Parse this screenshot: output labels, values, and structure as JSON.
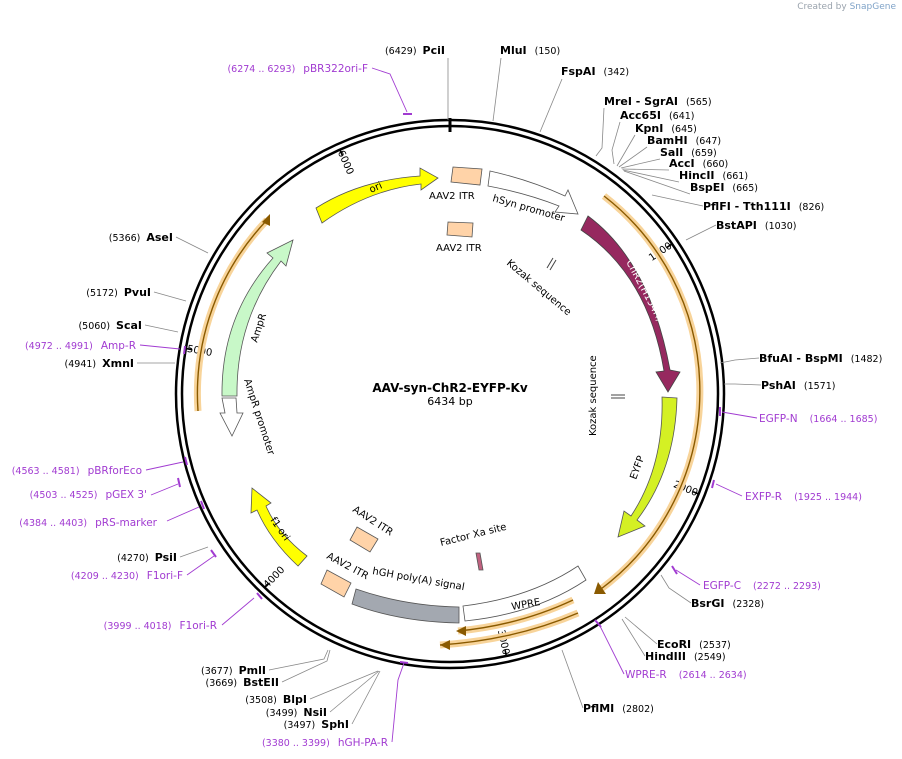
{
  "watermark": {
    "prefix": "Created by",
    "brand": "SnapGene"
  },
  "plasmid": {
    "name": "AAV-syn-ChR2-EYFP-Kv",
    "length_label": "6434 bp",
    "length": 6434
  },
  "ticks": [
    {
      "pos": 1000,
      "label": "1000"
    },
    {
      "pos": 2000,
      "label": "2000"
    },
    {
      "pos": 3000,
      "label": "3000"
    },
    {
      "pos": 4000,
      "label": "4000"
    },
    {
      "pos": 5000,
      "label": "5000"
    },
    {
      "pos": 6000,
      "label": "6000"
    }
  ],
  "sites": [
    {
      "name": "PciI",
      "pos": "(6429)"
    },
    {
      "name": "MluI",
      "pos": "(150)"
    },
    {
      "name": "FspAI",
      "pos": "(342)"
    },
    {
      "name": "MreI - SgrAI",
      "pos": "(565)"
    },
    {
      "name": "Acc65I",
      "pos": "(641)"
    },
    {
      "name": "KpnI",
      "pos": "(645)"
    },
    {
      "name": "BamHI",
      "pos": "(647)"
    },
    {
      "name": "SalI",
      "pos": "(659)"
    },
    {
      "name": "AccI",
      "pos": "(660)"
    },
    {
      "name": "HincII",
      "pos": "(661)"
    },
    {
      "name": "BspEI",
      "pos": "(665)"
    },
    {
      "name": "PflFI - Tth111I",
      "pos": "(826)"
    },
    {
      "name": "BstAPI",
      "pos": "(1030)"
    },
    {
      "name": "BfuAI - BspMI",
      "pos": "(1482)"
    },
    {
      "name": "PshAI",
      "pos": "(1571)"
    },
    {
      "name": "BsrGI",
      "pos": "(2328)"
    },
    {
      "name": "EcoRI",
      "pos": "(2537)"
    },
    {
      "name": "HindIII",
      "pos": "(2549)"
    },
    {
      "name": "PflMI",
      "pos": "(2802)"
    },
    {
      "name": "SphI",
      "pos": "(3497)"
    },
    {
      "name": "NsiI",
      "pos": "(3499)"
    },
    {
      "name": "BlpI",
      "pos": "(3508)"
    },
    {
      "name": "BstEII",
      "pos": "(3669)"
    },
    {
      "name": "PmlI",
      "pos": "(3677)"
    },
    {
      "name": "PsiI",
      "pos": "(4270)"
    },
    {
      "name": "XmnI",
      "pos": "(4941)"
    },
    {
      "name": "ScaI",
      "pos": "(5060)"
    },
    {
      "name": "PvuI",
      "pos": "(5172)"
    },
    {
      "name": "AseI",
      "pos": "(5366)"
    }
  ],
  "primers": [
    {
      "name": "pBR322ori-F",
      "range": "(6274 .. 6293)"
    },
    {
      "name": "EGFP-N",
      "range": "(1664 .. 1685)"
    },
    {
      "name": "EXFP-R",
      "range": "(1925 .. 1944)"
    },
    {
      "name": "EGFP-C",
      "range": "(2272 .. 2293)"
    },
    {
      "name": "WPRE-R",
      "range": "(2614 .. 2634)"
    },
    {
      "name": "hGH-PA-R",
      "range": "(3380 .. 3399)"
    },
    {
      "name": "F1ori-R",
      "range": "(3999 .. 4018)"
    },
    {
      "name": "F1ori-F",
      "range": "(4209 .. 4230)"
    },
    {
      "name": "pRS-marker",
      "range": "(4384 .. 4403)"
    },
    {
      "name": "pGEX 3'",
      "range": "(4503 .. 4525)"
    },
    {
      "name": "pBRforEco",
      "range": "(4563 .. 4581)"
    },
    {
      "name": "Amp-R",
      "range": "(4972 .. 4991)"
    }
  ],
  "features": [
    {
      "name": "ori",
      "color": "#ffff00"
    },
    {
      "name": "AAV2 ITR",
      "color": "#ffd3a8"
    },
    {
      "name": "hSyn promoter",
      "color": "#ffffff"
    },
    {
      "name": "AAV2 ITR",
      "color": "#ffd3a8"
    },
    {
      "name": "Kozak sequence",
      "color": "#ffffff"
    },
    {
      "name": "ChR2(H134R)",
      "color": "#96295f"
    },
    {
      "name": "Kozak sequence",
      "color": "#ffffff"
    },
    {
      "name": "EYFP",
      "color": "#d4f024"
    },
    {
      "name": "WPRE",
      "color": "#ffffff"
    },
    {
      "name": "Factor Xa site",
      "color": "#c0617f"
    },
    {
      "name": "hGH poly(A) signal",
      "color": "#a3a8b0"
    },
    {
      "name": "AAV2 ITR",
      "color": "#ffd3a8"
    },
    {
      "name": "AAV2 ITR",
      "color": "#ffd3a8"
    },
    {
      "name": "f1 ori",
      "color": "#ffff00"
    },
    {
      "name": "AmpR",
      "color": "#c8f8c8"
    },
    {
      "name": "AmpR promoter",
      "color": "#ffffff"
    }
  ]
}
